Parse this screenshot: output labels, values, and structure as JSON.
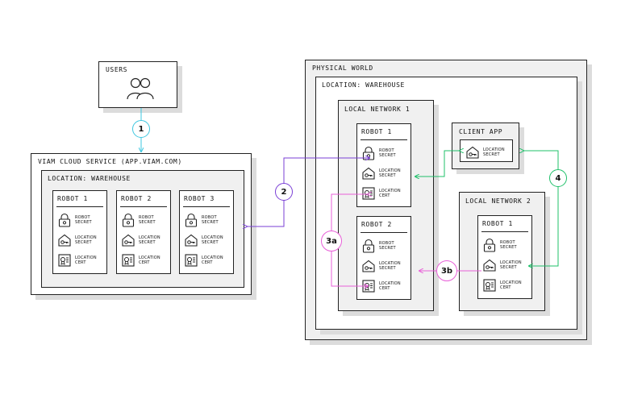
{
  "users": {
    "title": "USERS"
  },
  "cloud": {
    "title": "VIAM CLOUD SERVICE (APP.VIAM.COM)",
    "location_title": "LOCATION: WAREHOUSE",
    "robots": [
      {
        "title": "ROBOT 1"
      },
      {
        "title": "ROBOT 2"
      },
      {
        "title": "ROBOT 3"
      }
    ]
  },
  "physical": {
    "title": "PHYSICAL WORLD",
    "location_title": "LOCATION: WAREHOUSE",
    "network1": {
      "title": "LOCAL NETWORK 1",
      "robot_a": "ROBOT 1",
      "robot_b": "ROBOT 2"
    },
    "network2": {
      "title": "LOCAL NETWORK 2",
      "robot": "ROBOT 1"
    },
    "client_app": {
      "title": "CLIENT APP",
      "item": "LOCATION\nSECRET"
    }
  },
  "items": {
    "robot_secret": "ROBOT\nSECRET",
    "location_secret": "LOCATION\nSECRET",
    "location_cert": "LOCATION\nCERT"
  },
  "steps": {
    "s1": "1",
    "s2": "2",
    "s3a": "3a",
    "s3b": "3b",
    "s4": "4"
  },
  "colors": {
    "cyan": "#3ec7e0",
    "purple": "#7a3fd6",
    "pink": "#e85fd8",
    "green": "#1fc06a"
  }
}
